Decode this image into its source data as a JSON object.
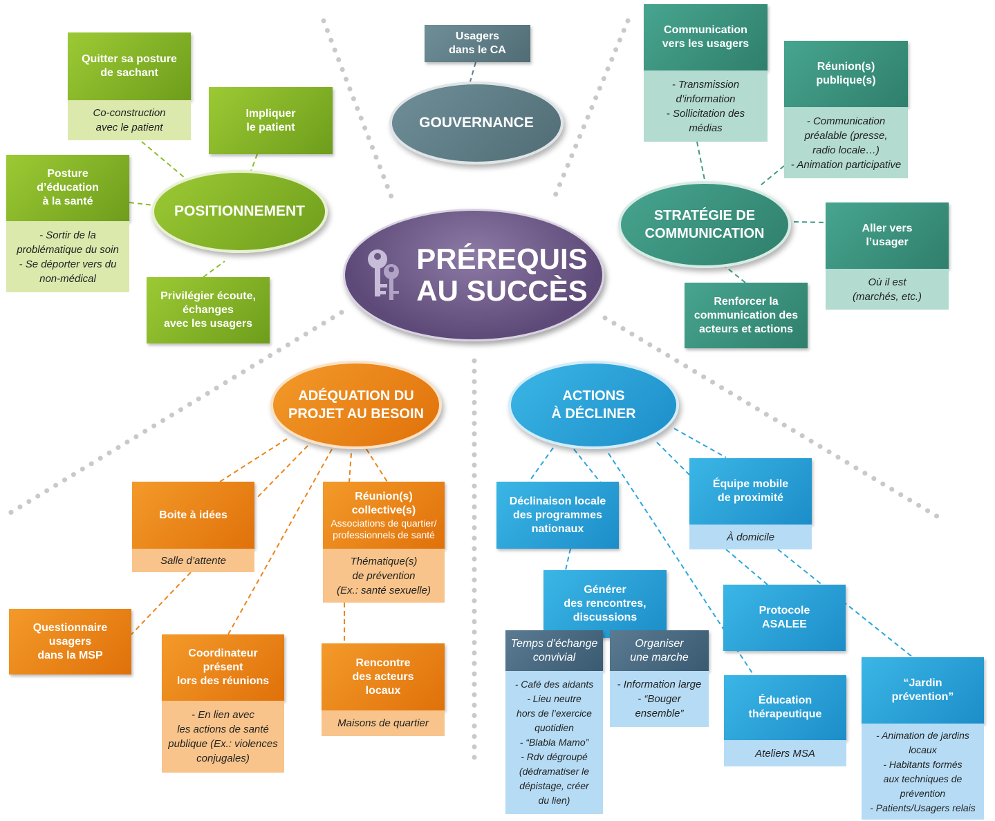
{
  "center": {
    "lines": [
      "PRÉREQUIS",
      "AU SUCCÈS"
    ],
    "icon": "keys-icon"
  },
  "hubs": {
    "gouvernance": "GOUVERNANCE",
    "positionnement": "POSITIONNEMENT",
    "strategie": [
      "STRATÉGIE DE",
      "COMMUNICATION"
    ],
    "adequation": [
      "ADÉQUATION DU",
      "PROJET AU BESOIN"
    ],
    "actions": [
      "ACTIONS",
      "À DÉCLINER"
    ]
  },
  "gouvernance": {
    "usagers": [
      "Usagers",
      "dans le CA"
    ]
  },
  "positionnement": {
    "quitter": {
      "title": [
        "Quitter sa posture",
        "de sachant"
      ],
      "detail": [
        "Co-construction",
        "avec le patient"
      ]
    },
    "impliquer": [
      "Impliquer",
      "le patient"
    ],
    "posture": {
      "title": [
        "Posture",
        "d’éducation",
        "à la santé"
      ],
      "detail": [
        "- Sortir de la",
        "problématique du soin",
        "- Se déporter vers du",
        "non-médical"
      ]
    },
    "privilegier": [
      "Privilégier écoute,",
      "échanges",
      "avec les usagers"
    ]
  },
  "strategie": {
    "communication": {
      "title": [
        "Communication",
        "vers les usagers"
      ],
      "detail": [
        "- Transmission",
        "d’information",
        "- Sollicitation des",
        "médias"
      ]
    },
    "reunion": {
      "title": [
        "Réunion(s)",
        "publique(s)"
      ],
      "detail": [
        "- Communication",
        "préalable (presse,",
        "radio locale…)",
        "- Animation participative"
      ]
    },
    "aller": {
      "title": [
        "Aller vers",
        "l’usager"
      ],
      "detail": [
        "Où il est",
        "(marchés, etc.)"
      ]
    },
    "renforcer": [
      "Renforcer la",
      "communication des",
      "acteurs et actions"
    ]
  },
  "adequation": {
    "boite": {
      "title": [
        "Boite à idées"
      ],
      "detail": [
        "Salle d’attente"
      ]
    },
    "reunion": {
      "title": [
        "Réunion(s)",
        "collective(s)"
      ],
      "subtitle": [
        "Associations de quartier/",
        "professionnels de santé"
      ],
      "detail": [
        "Thématique(s)",
        "de prévention",
        "(Ex.: santé sexuelle)"
      ]
    },
    "questionnaire": [
      "Questionnaire",
      "usagers",
      "dans la MSP"
    ],
    "coordinateur": {
      "title": [
        "Coordinateur",
        "présent",
        "lors des réunions"
      ],
      "detail": [
        "- En lien avec",
        "les actions de santé",
        "publique (Ex.: violences",
        "conjugales)"
      ]
    },
    "rencontre": {
      "title": [
        "Rencontre",
        "des acteurs",
        "locaux"
      ],
      "detail": [
        "Maisons de quartier"
      ]
    }
  },
  "actions": {
    "declinaison": [
      "Déclinaison locale",
      "des programmes",
      "nationaux"
    ],
    "equipe": {
      "title": [
        "Équipe mobile",
        "de proximité"
      ],
      "detail": [
        "À domicile"
      ]
    },
    "generer": [
      "Générer",
      "des rencontres,",
      "discussions"
    ],
    "temps": {
      "title": [
        "Temps d’échange",
        "convivial"
      ],
      "detail": [
        "- Café des aidants",
        "- Lieu neutre",
        "hors de l’exercice",
        "quotidien",
        "- “Blabla Mamo”",
        "- Rdv dégroupé",
        "(dédramatiser le",
        "dépistage, créer",
        "du lien)"
      ]
    },
    "marche": {
      "title": [
        "Organiser",
        "une marche"
      ],
      "detail": [
        "- Information large",
        "- “Bouger",
        "ensemble”"
      ]
    },
    "protocole": [
      "Protocole",
      "ASALEE"
    ],
    "education": {
      "title": [
        "Éducation",
        "thérapeutique"
      ],
      "detail": [
        "Ateliers MSA"
      ]
    },
    "jardin": {
      "title": [
        "“Jardin",
        "prévention”"
      ],
      "detail": [
        "- Animation de jardins",
        "locaux",
        "- Habitants formés",
        "aux techniques de",
        "prévention",
        "- Patients/Usagers relais"
      ]
    }
  },
  "colors": {
    "green": "#8bbd2a",
    "teal": "#3d9a84",
    "orange": "#ec8419",
    "blue": "#2aa6dc",
    "slate": "#5f7f88",
    "purple": "#6e5b87"
  }
}
